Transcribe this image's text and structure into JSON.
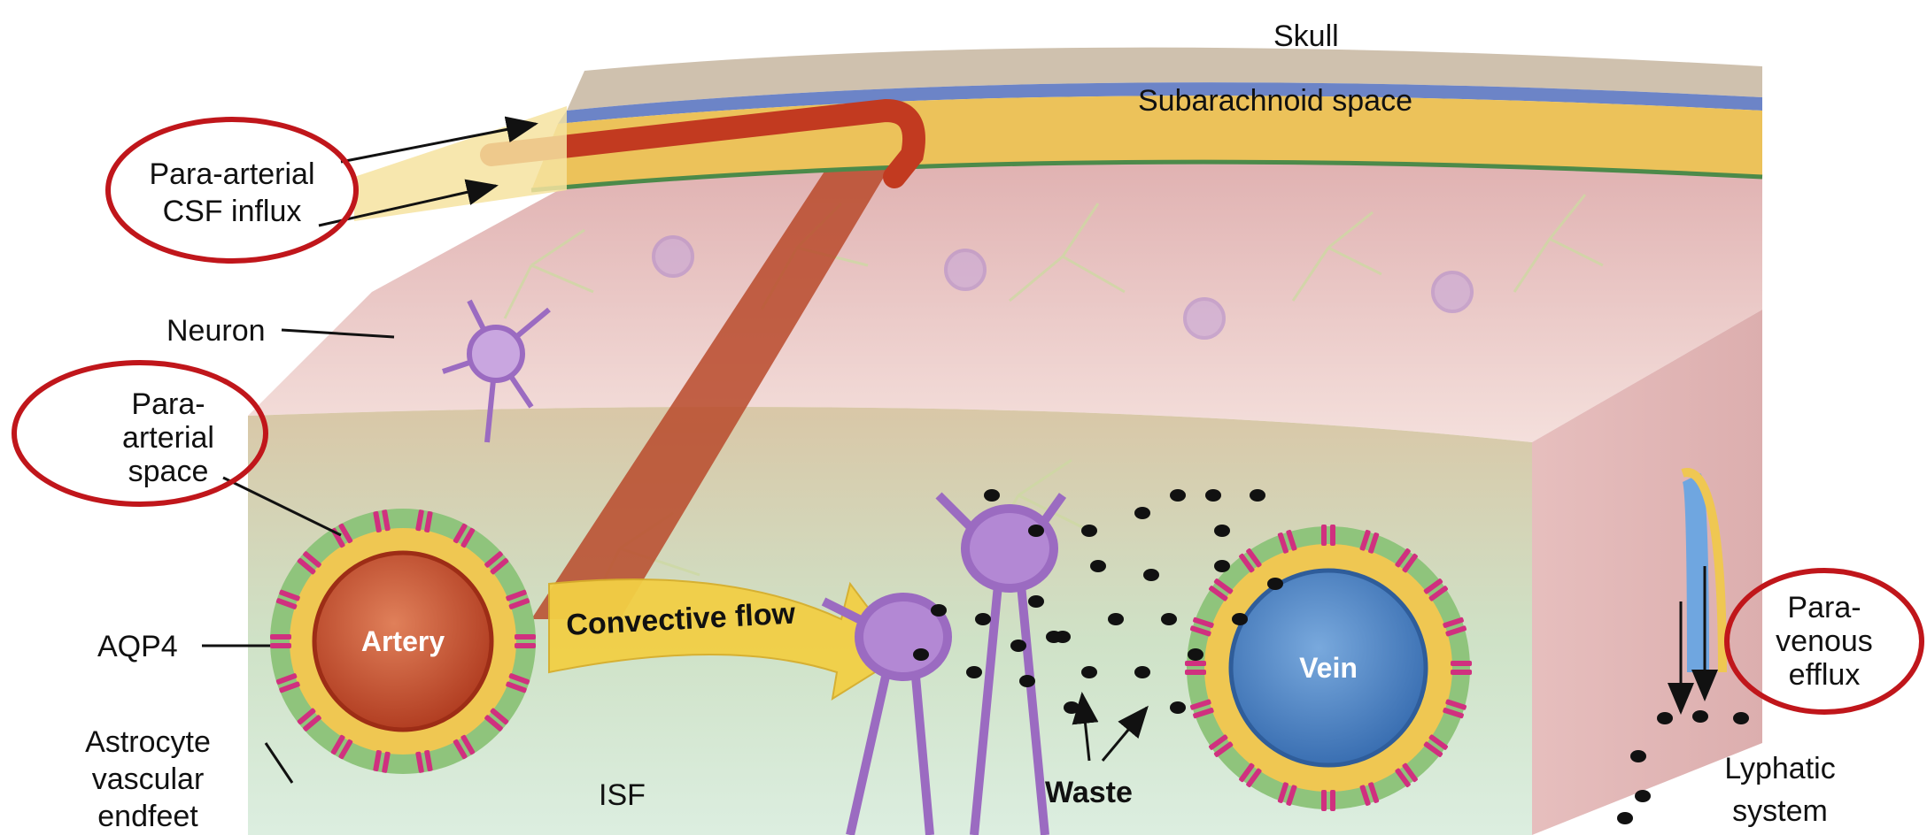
{
  "labels": {
    "skull": "Skull",
    "subarachnoid": "Subarachnoid space",
    "para_arterial_influx_1": "Para-arterial",
    "para_arterial_influx_2": "CSF influx",
    "neuron": "Neuron",
    "para_arterial_space_1": "Para-",
    "para_arterial_space_2": "arterial",
    "para_arterial_space_3": "space",
    "aqp4": "AQP4",
    "astrocyte_1": "Astrocyte",
    "astrocyte_2": "vascular",
    "astrocyte_3": "endfeet",
    "artery": "Artery",
    "convective_flow": "Convective flow",
    "isf": "ISF",
    "waste": "Waste",
    "vein": "Vein",
    "para_venous_1": "Para-",
    "para_venous_2": "venous",
    "para_venous_3": "efflux",
    "lymphatic_1": "Lyphatic",
    "lymphatic_2": "system"
  },
  "colors": {
    "highlight_ellipse": "#c0161b",
    "artery": "#c4502e",
    "vein": "#4d86c6",
    "csf_yellow": "#f2c94c",
    "aqp4": "#d0307f",
    "astrocyte_green": "#7fb76a",
    "neuron_purple": "#9b6bc1",
    "tissue_pink": "#e8b9b7",
    "waste": "#111111"
  }
}
